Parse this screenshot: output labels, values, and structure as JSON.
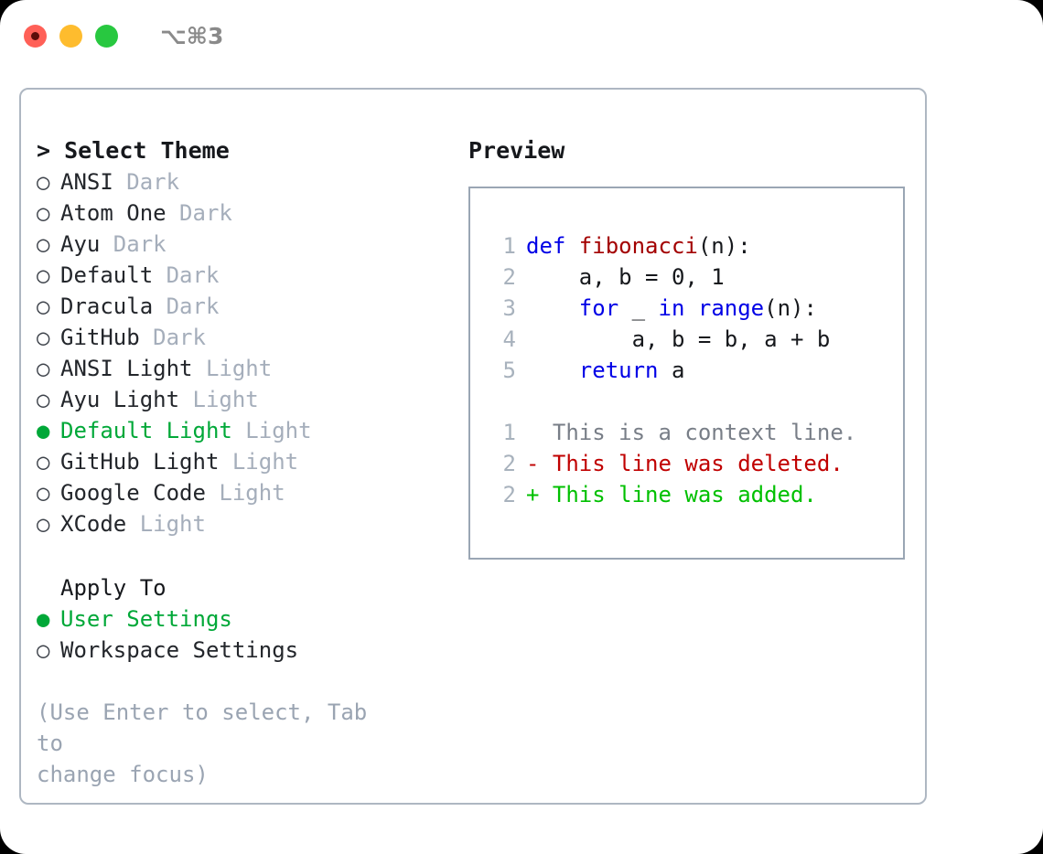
{
  "titlebar": {
    "lights": [
      {
        "name": "close",
        "color": "#ff6057"
      },
      {
        "name": "minimize",
        "color": "#febc2e"
      },
      {
        "name": "maximize",
        "color": "#28c840"
      }
    ],
    "shortcut": "⌥⌘3"
  },
  "theme_picker": {
    "header_caret": ">",
    "header": "Select Theme",
    "selected_theme": "Default Light",
    "accent_color": "#00a838",
    "items": [
      {
        "marker": "○",
        "name": "ANSI",
        "variant": "Dark",
        "selected": false
      },
      {
        "marker": "○",
        "name": "Atom One",
        "variant": "Dark",
        "selected": false
      },
      {
        "marker": "○",
        "name": "Ayu",
        "variant": "Dark",
        "selected": false
      },
      {
        "marker": "○",
        "name": "Default",
        "variant": "Dark",
        "selected": false
      },
      {
        "marker": "○",
        "name": "Dracula",
        "variant": "Dark",
        "selected": false
      },
      {
        "marker": "○",
        "name": "GitHub",
        "variant": "Dark",
        "selected": false
      },
      {
        "marker": "○",
        "name": "ANSI Light",
        "variant": "Light",
        "selected": false
      },
      {
        "marker": "○",
        "name": "Ayu Light",
        "variant": "Light",
        "selected": false
      },
      {
        "marker": "●",
        "name": "Default Light",
        "variant": "Light",
        "selected": true
      },
      {
        "marker": "○",
        "name": "GitHub Light",
        "variant": "Light",
        "selected": false
      },
      {
        "marker": "○",
        "name": "Google Code",
        "variant": "Light",
        "selected": false
      },
      {
        "marker": "○",
        "name": "XCode",
        "variant": "Light",
        "selected": false
      }
    ]
  },
  "apply_to": {
    "header": "Apply To",
    "selected": "User Settings",
    "items": [
      {
        "marker": "●",
        "name": "User Settings",
        "selected": true
      },
      {
        "marker": "○",
        "name": "Workspace Settings",
        "selected": false
      }
    ]
  },
  "hint": "(Use Enter to select, Tab to\nchange focus)",
  "preview": {
    "title": "Preview",
    "code_lines": [
      {
        "no": "1",
        "tokens": [
          {
            "t": "def ",
            "c": "kw"
          },
          {
            "t": "fibonacci",
            "c": "fn"
          },
          {
            "t": "(n):",
            "c": "plain"
          }
        ]
      },
      {
        "no": "2",
        "tokens": [
          {
            "t": "    a, b = 0, 1",
            "c": "plain"
          }
        ]
      },
      {
        "no": "3",
        "tokens": [
          {
            "t": "    ",
            "c": "plain"
          },
          {
            "t": "for",
            "c": "kw"
          },
          {
            "t": " _ ",
            "c": "plain"
          },
          {
            "t": "in",
            "c": "kw"
          },
          {
            "t": " ",
            "c": "plain"
          },
          {
            "t": "range",
            "c": "kw"
          },
          {
            "t": "(n):",
            "c": "plain"
          }
        ]
      },
      {
        "no": "4",
        "tokens": [
          {
            "t": "        a, b = b, a + b",
            "c": "plain"
          }
        ]
      },
      {
        "no": "5",
        "tokens": [
          {
            "t": "    ",
            "c": "plain"
          },
          {
            "t": "return",
            "c": "kw"
          },
          {
            "t": " a",
            "c": "plain"
          }
        ]
      },
      {
        "no": "",
        "tokens": []
      },
      {
        "no": "1",
        "tokens": [
          {
            "t": "  This is a context line.",
            "c": "ctx"
          }
        ]
      },
      {
        "no": "2",
        "tokens": [
          {
            "t": "- This line was deleted.",
            "c": "del"
          }
        ]
      },
      {
        "no": "2",
        "tokens": [
          {
            "t": "+ This line was added.",
            "c": "add"
          }
        ]
      }
    ]
  }
}
